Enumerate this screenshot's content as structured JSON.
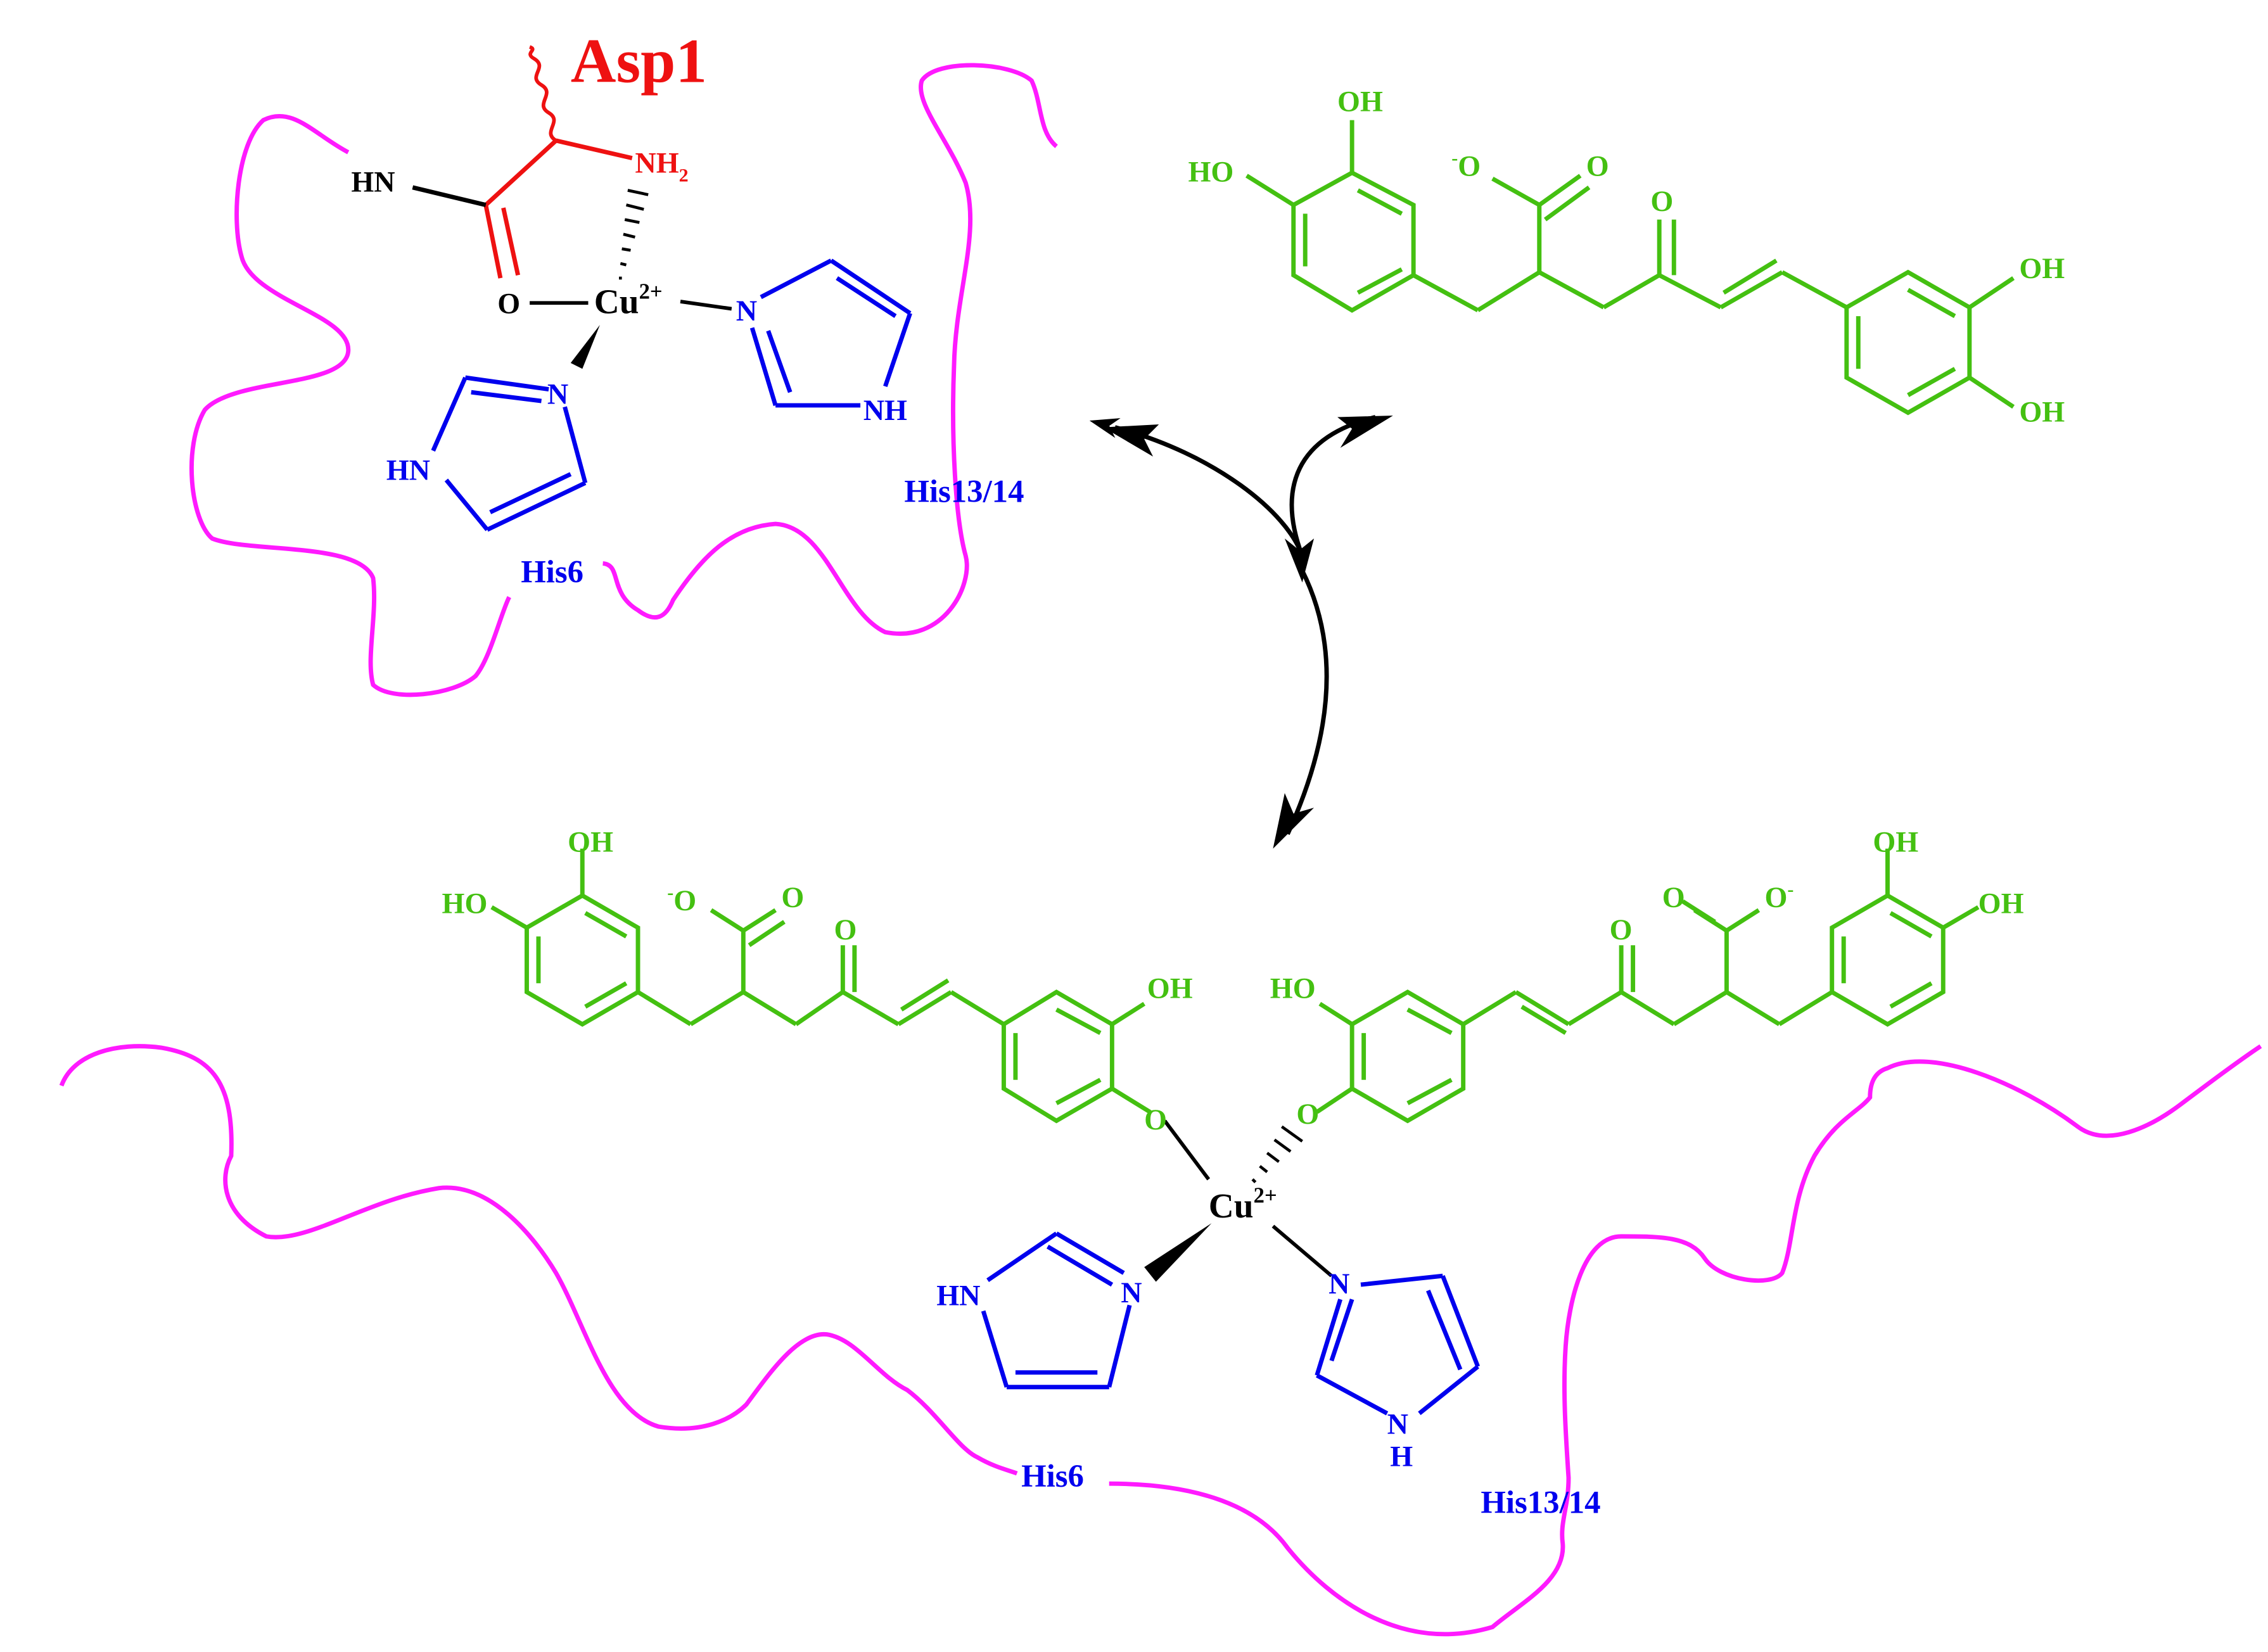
{
  "colors": {
    "backbone": "#ff1aff",
    "histidine": "#0000ee",
    "aspartate": "#ee1111",
    "curcumin": "#44c011",
    "metal": "#000000"
  },
  "top": {
    "metal": {
      "symbol": "Cu",
      "charge": "2+"
    },
    "asp_label": "Asp1",
    "amide_nh": "HN",
    "amine": {
      "text": "NH",
      "sub": "2"
    },
    "carbonyl_o": "O",
    "im_left": {
      "n": "N",
      "nh": "HN"
    },
    "im_right": {
      "n": "N",
      "nh": "NH"
    },
    "his6_label": "His6",
    "his13_label": "His13/14"
  },
  "ligand_top": {
    "oh_catechol_top": "OH",
    "ho_catechol_left": "HO",
    "carboxylate_neg": "-O",
    "carboxylate_o": "O",
    "ketone_o": "O",
    "oh_right_top": "OH",
    "oh_right_bottom": "OH"
  },
  "bottom": {
    "metal": {
      "symbol": "Cu",
      "charge": "2+"
    },
    "left_ligand": {
      "oh_top": "OH",
      "ho_left": "HO",
      "carboxylate_neg": "-O",
      "carboxylate_o": "O",
      "ketone_o": "O",
      "oh_ring": "OH",
      "o_bridge": "O"
    },
    "right_ligand": {
      "ho_ring": "HO",
      "ketone_o": "O",
      "carboxylate_o": "O",
      "carboxylate_neg": "O-",
      "oh_top": "OH",
      "oh_right": "OH",
      "o_bridge": "O"
    },
    "im_left": {
      "n": "N",
      "nh": "HN"
    },
    "im_right": {
      "n": "N",
      "nh_n": "N",
      "nh_h": "H"
    },
    "his6_label": "His6",
    "his13_label": "His13/14"
  },
  "icons": [
    "curved-double-arrow-icon",
    "reaction-arrow-icon"
  ]
}
